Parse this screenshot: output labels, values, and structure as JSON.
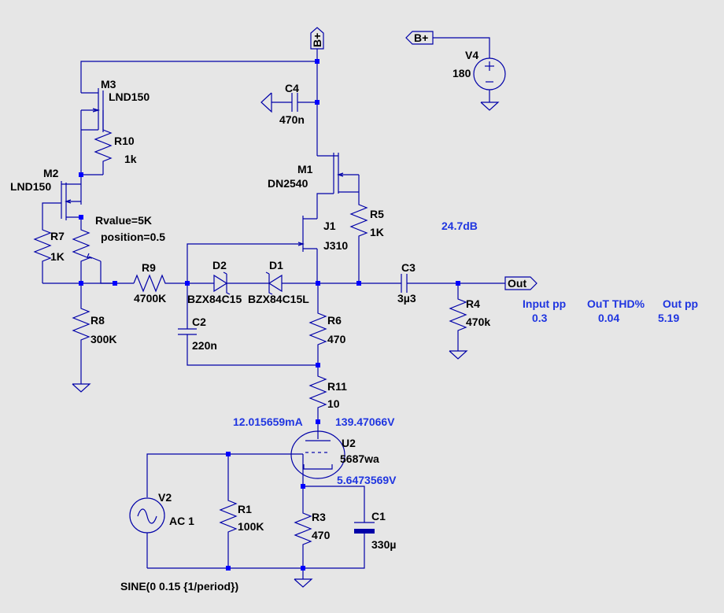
{
  "labels": {
    "bplus_top": "B+",
    "bplus_v4": "B+",
    "v4_name": "V4",
    "v4_value": "180",
    "c4_name": "C4",
    "c4_value": "470n",
    "m3_name": "M3",
    "m3_model": "LND150",
    "r10_name": "R10",
    "r10_value": "1k",
    "m2_name": "M2",
    "m2_model": "LND150",
    "m1_name": "M1",
    "m1_model": "DN2540",
    "r5_name": "R5",
    "r5_value": "1K",
    "j1_name": "J1",
    "j1_model": "J310",
    "pot_value": "Rvalue=5K",
    "pot_position": "position=0.5",
    "r7_name": "R7",
    "r7_value": "1K",
    "r9_name": "R9",
    "r9_value": "4700K",
    "d2_name": "D2",
    "d1_name": "D1",
    "d2_model": "BZX84C15",
    "d1_model": "BZX84C15L",
    "c3_name": "C3",
    "c3_value": "3µ3",
    "out_label": "Out",
    "r4_name": "R4",
    "r4_value": "470k",
    "r8_name": "R8",
    "r8_value": "300K",
    "c2_name": "C2",
    "c2_value": "220n",
    "r6_name": "R6",
    "r6_value": "470",
    "r11_name": "R11",
    "r11_value": "10",
    "u2_name": "U2",
    "u2_model": "5687wa",
    "v2_name": "V2",
    "v2_value": "AC 1",
    "r1_name": "R1",
    "r1_value": "100K",
    "r3_name": "R3",
    "r3_value": "470",
    "c1_name": "C1",
    "c1_value": "330µ",
    "sine_directive": "SINE(0 0.15 {1/period})"
  },
  "measurements": {
    "gain": "24.7dB",
    "input_pp_label": "Input pp",
    "input_pp_value": "0.3",
    "thd_label": "OuT THD%",
    "thd_value": "0.04",
    "out_pp_label": "Out pp",
    "out_pp_value": "5.19",
    "plate_current": "12.015659mA",
    "plate_voltage": "139.47066V",
    "cathode_voltage": "5.6473569V"
  },
  "colors": {
    "background": "#e6e6e6",
    "wire": "#0000a8",
    "node": "#0000ff",
    "annotation": "#1f35e0"
  }
}
